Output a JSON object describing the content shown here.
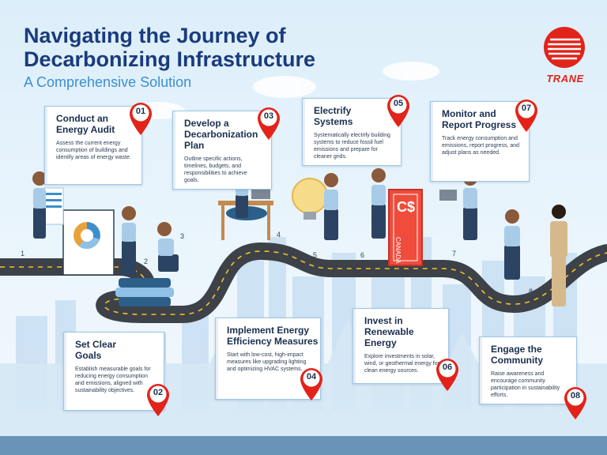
{
  "header": {
    "title": "Navigating the Journey of Decarbonizing Infrastructure",
    "subtitle": "A Comprehensive Solution"
  },
  "logo": {
    "text": "TRANE",
    "color": "#e2231a"
  },
  "colors": {
    "title": "#1a3b7d",
    "subtitle": "#3b8fd1",
    "pin": "#e2231a",
    "road": "#3d4148"
  },
  "steps": [
    {
      "num": "01",
      "title": "Conduct an Energy Audit",
      "desc": "Assess the current energy consumption of buildings and identify areas of energy waste."
    },
    {
      "num": "02",
      "title": "Set Clear Goals",
      "desc": "Establish measurable goals for reducing energy consumption and emissions, aligned with sustainability objectives."
    },
    {
      "num": "03",
      "title": "Develop a Decarbonization Plan",
      "desc": "Outline specific actions, timelines, budgets, and responsibilities to achieve goals."
    },
    {
      "num": "04",
      "title": "Implement Energy Efficiency Measures",
      "desc": "Start with low-cost, high-impact measures like upgrading lighting and optimizing HVAC systems."
    },
    {
      "num": "05",
      "title": "Electrify Systems",
      "desc": "Systematically electrify building systems to reduce fossil fuel emissions and prepare for cleaner grids."
    },
    {
      "num": "06",
      "title": "Invest in Renewable Energy",
      "desc": "Explore investments in solar, wind, or geothermal energy for clean energy sources."
    },
    {
      "num": "07",
      "title": "Monitor and Report Progress",
      "desc": "Track energy consumption and emissions, report progress, and adjust plans as needed."
    },
    {
      "num": "08",
      "title": "Engage the Community",
      "desc": "Raise awareness and encourage community participation in sustainability efforts."
    }
  ],
  "road_markers": [
    "1",
    "2",
    "3",
    "4",
    "5",
    "6",
    "7",
    "8"
  ],
  "scene": {
    "currency_text": "C$",
    "sign_text": "CANADA"
  }
}
